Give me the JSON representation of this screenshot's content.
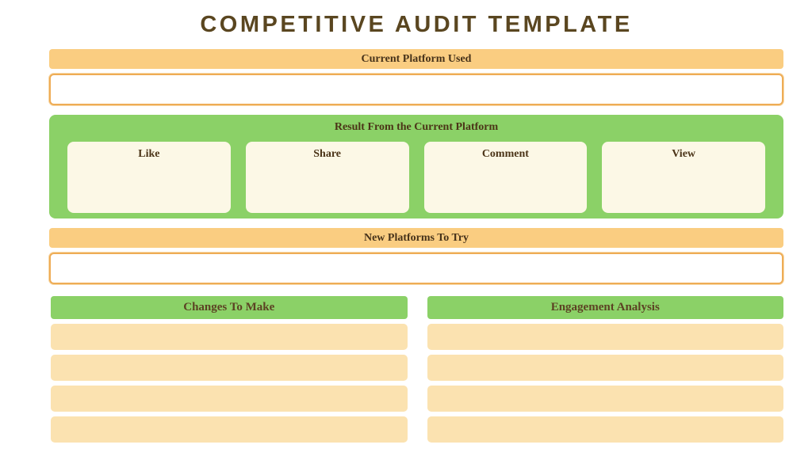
{
  "page": {
    "title": "COMPETITIVE AUDIT TEMPLATE"
  },
  "sections": {
    "current_platform": {
      "header": "Current Platform Used",
      "input_value": ""
    },
    "results": {
      "header": "Result From the Current Platform",
      "cards": [
        {
          "label": "Like",
          "value": ""
        },
        {
          "label": "Share",
          "value": ""
        },
        {
          "label": "Comment",
          "value": ""
        },
        {
          "label": "View",
          "value": ""
        }
      ]
    },
    "new_platforms": {
      "header": "New Platforms To Try",
      "input_value": ""
    },
    "changes": {
      "header": "Changes To Make",
      "rows": [
        "",
        "",
        "",
        ""
      ]
    },
    "engagement": {
      "header": "Engagement Analysis",
      "rows": [
        "",
        "",
        "",
        ""
      ]
    }
  },
  "colors": {
    "title_text": "#5a4620",
    "header_bar_orange": "#facd81",
    "input_border_orange": "#eeac55",
    "panel_green": "#8bd167",
    "card_cream": "#fcf8e6",
    "row_tan": "#fbe2b0",
    "serif_text_brown": "#4b3417",
    "background": "#ffffff"
  }
}
